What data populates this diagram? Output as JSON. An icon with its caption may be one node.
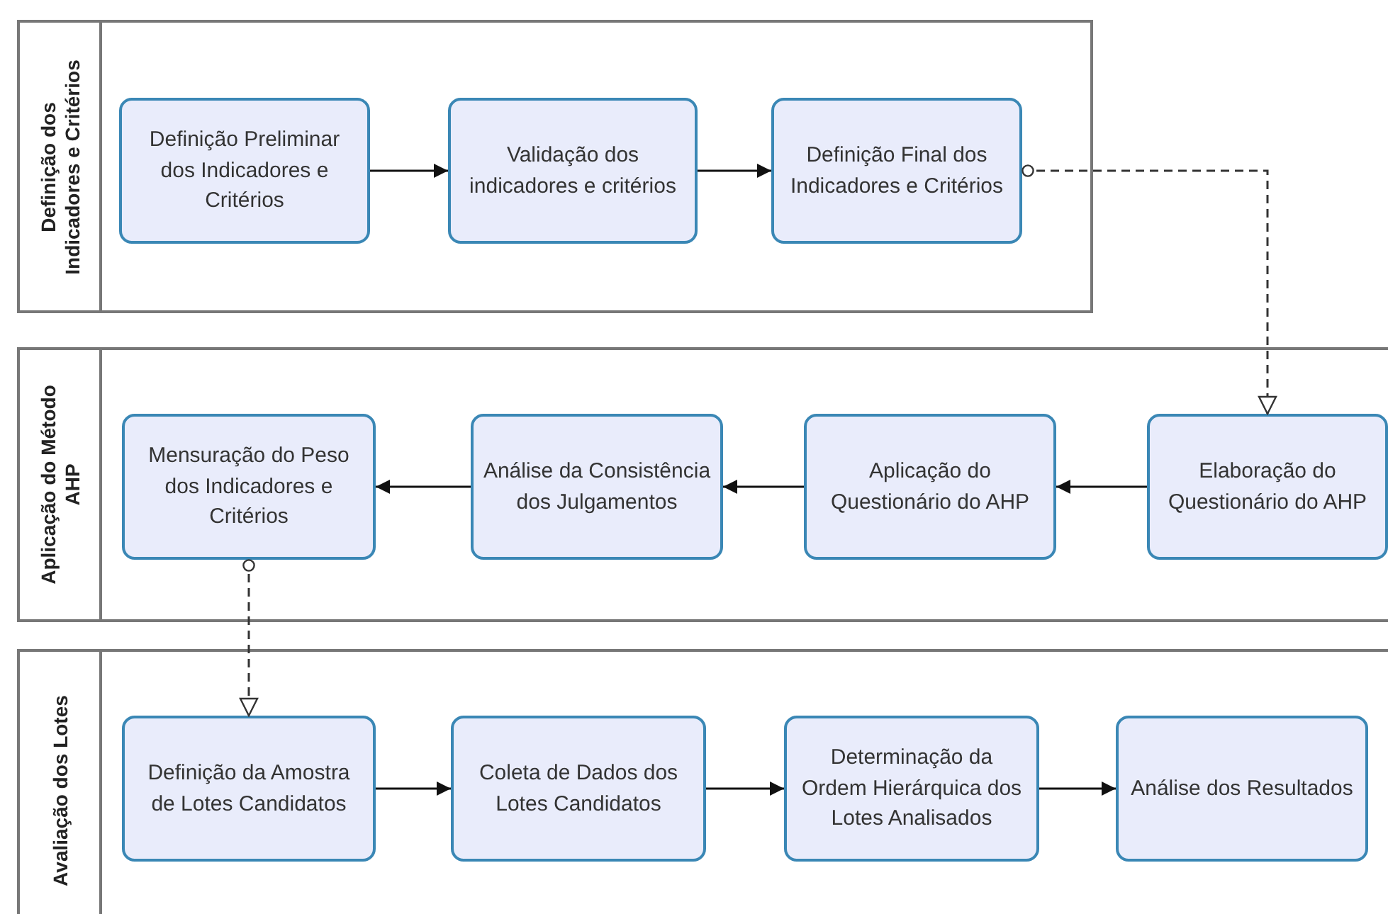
{
  "diagram": {
    "nodes": [
      {
        "text": [
          "Definição dos Indicadores e Critérios"
        ]
      },
      {
        "text": [
          "Definição Preliminar dos Indicadores e Critérios"
        ],
        "in": 0
      },
      {
        "text": [
          "Validação dos indicadores e critérios"
        ],
        "in": 0
      },
      {
        "text": [
          "Definição Final dos Indicadores e Critérios"
        ],
        "in": 0
      },
      {
        "text": [
          "Aplicação do Método AHP"
        ]
      },
      {
        "text": [
          "Mensuração do Peso dos Indicadores e Critérios"
        ],
        "in": 4
      },
      {
        "text": [
          "Análise da Consistência dos Julgamentos"
        ],
        "in": 4
      },
      {
        "text": [
          "Aplicação do Questionário do AHP"
        ],
        "in": 4
      },
      {
        "text": [
          "Elaboração do Questionário do AHP"
        ],
        "in": 4
      },
      {
        "text": [
          "Avaliação dos Lotes"
        ]
      },
      {
        "text": [
          "Definição da Amostra de Lotes Candidatos"
        ],
        "in": 9
      },
      {
        "text": [
          "Coleta de Dados dos Lotes Candidatos"
        ],
        "in": 9
      },
      {
        "text": [
          "Determinação da Ordem Hierárquica dos Lotes Analisados"
        ],
        "in": 9
      },
      {
        "text": [
          "Análise dos Resultados"
        ],
        "in": 9
      }
    ],
    "edges": [
      {
        "from": 1,
        "to": 2,
        "arrow": "to"
      },
      {
        "from": 2,
        "to": 3,
        "arrow": "to"
      },
      {
        "from": 3,
        "to": 8,
        "arrow": "to",
        "style": "dashed"
      },
      {
        "from": 8,
        "to": 7,
        "arrow": "to"
      },
      {
        "from": 7,
        "to": 6,
        "arrow": "to"
      },
      {
        "from": 6,
        "to": 5,
        "arrow": "to"
      },
      {
        "from": 5,
        "to": 10,
        "arrow": "to",
        "style": "dashed"
      },
      {
        "from": 10,
        "to": 11,
        "arrow": "to"
      },
      {
        "from": 11,
        "to": 12,
        "arrow": "to"
      },
      {
        "from": 12,
        "to": 13,
        "arrow": "to"
      }
    ]
  }
}
